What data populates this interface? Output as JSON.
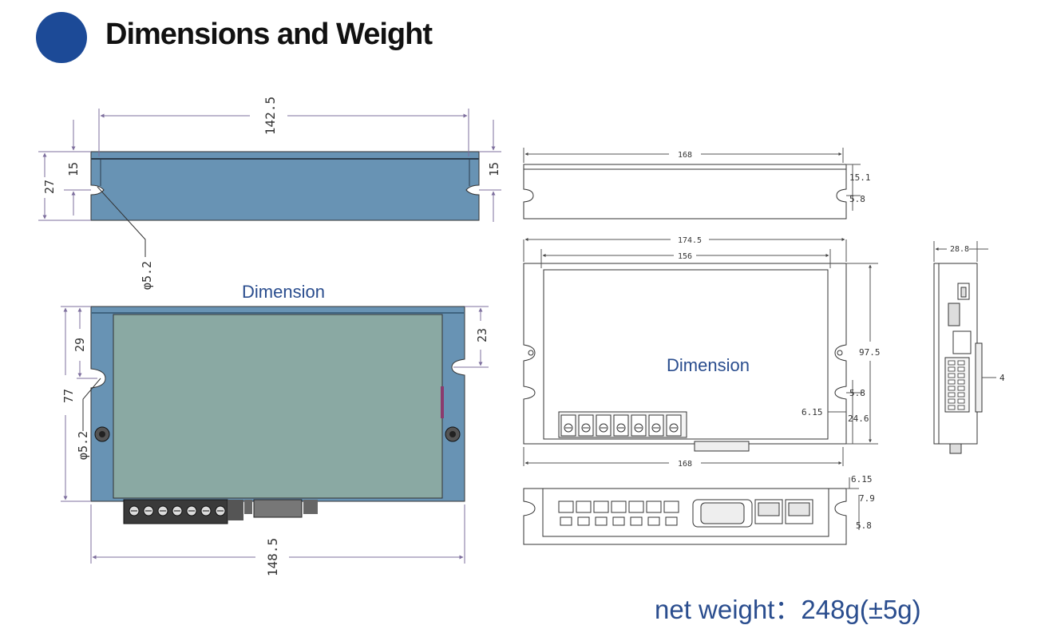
{
  "header": {
    "title": "Dimensions and Weight"
  },
  "colors": {
    "accent": "#1c4a97",
    "plate": "#6893b4",
    "plate_dark": "#4d7795",
    "panel": "#8aa9a3",
    "label": "#2a4d8e",
    "dim_line": "#7e6f9e"
  },
  "left_views": {
    "label": "Dimension",
    "top_view": {
      "width": "142.5",
      "height_left": "27",
      "height_mid": "15",
      "height_right": "15",
      "hole": "φ5.2"
    },
    "front_view": {
      "height_total": "77",
      "height_upper": "29",
      "height_right": "23",
      "hole": "φ5.2",
      "width": "148.5"
    }
  },
  "right_views": {
    "label": "Dimension",
    "top_view": {
      "width": "168",
      "height": "15.1",
      "slot": "5.8"
    },
    "front_view": {
      "outer_width": "174.5",
      "inner_width": "156",
      "height": "97.5",
      "slot": "5.8",
      "offset": "6.15",
      "lower": "24.6",
      "bottom_width": "168"
    },
    "side_view": {
      "depth": "28.8",
      "offset": "4"
    },
    "bottom_view": {
      "offset": "6.15",
      "height": "7.9",
      "slot": "5.8"
    }
  },
  "weight": {
    "text": "net weight：248g(±5g)"
  }
}
